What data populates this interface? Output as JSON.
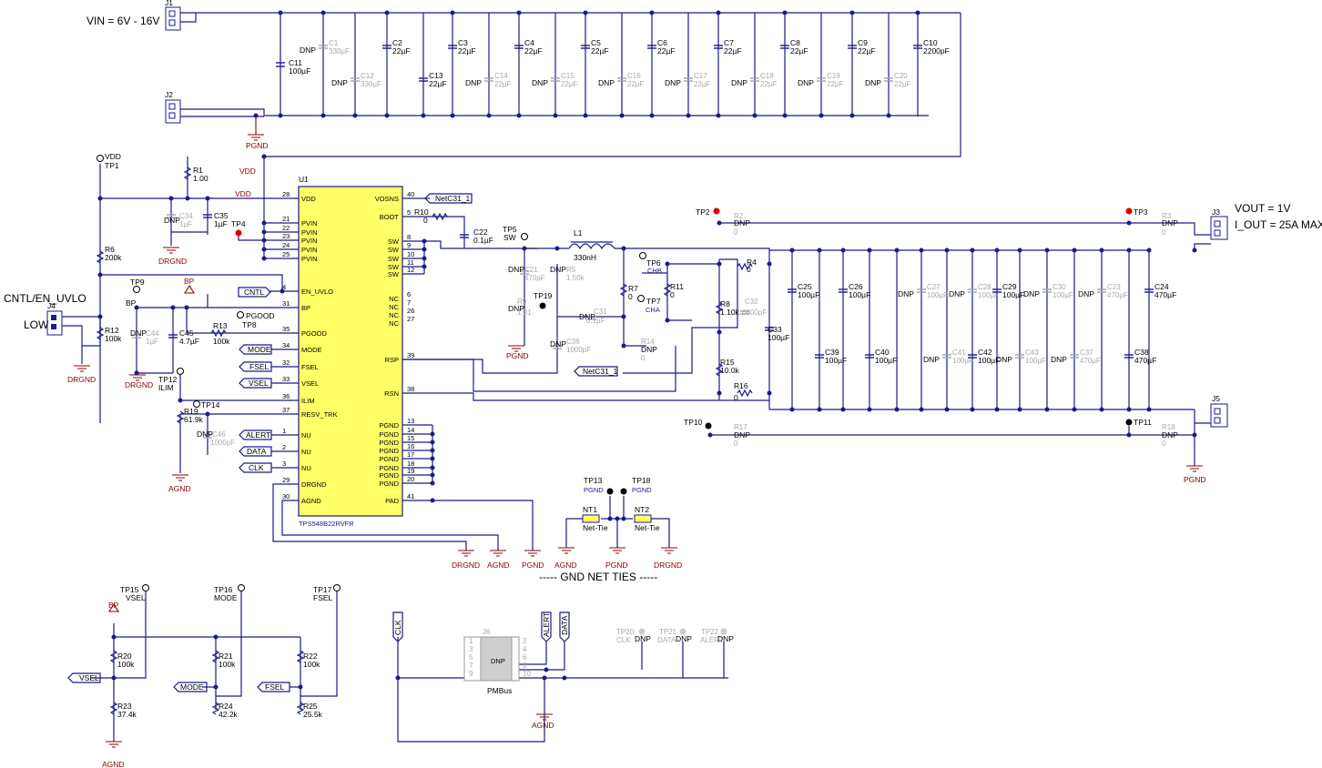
{
  "notes": {
    "vin": "VIN = 6V - 16V",
    "vout": "VOUT = 1V",
    "iout": "I_OUT = 25A MAX",
    "gnd_ties": "----- GND NET TIES -----",
    "low": "LOW",
    "cntl": "CNTL/EN_UVLO"
  },
  "ic": {
    "ref": "U1",
    "part": "TPS548B22RVFR",
    "pins_left": [
      {
        "num": "28",
        "name": "VDD"
      },
      {
        "num": "21",
        "name": "PVIN"
      },
      {
        "num": "22",
        "name": "PVIN"
      },
      {
        "num": "23",
        "name": "PVIN"
      },
      {
        "num": "24",
        "name": "PVIN"
      },
      {
        "num": "25",
        "name": "PVIN"
      },
      {
        "num": "4",
        "name": "EN_UVLO"
      },
      {
        "num": "31",
        "name": "BP"
      },
      {
        "num": "35",
        "name": "PGOOD"
      },
      {
        "num": "34",
        "name": "MODE"
      },
      {
        "num": "32",
        "name": "FSEL"
      },
      {
        "num": "33",
        "name": "VSEL"
      },
      {
        "num": "36",
        "name": "ILIM"
      },
      {
        "num": "37",
        "name": "RESV_TRK"
      },
      {
        "num": "1",
        "name": "NU"
      },
      {
        "num": "2",
        "name": "NU"
      },
      {
        "num": "3",
        "name": "NU"
      },
      {
        "num": "29",
        "name": "DRGND"
      },
      {
        "num": "30",
        "name": "AGND"
      }
    ],
    "pins_right": [
      {
        "num": "40",
        "name": "VOSNS"
      },
      {
        "num": "5",
        "name": "BOOT"
      },
      {
        "num": "8",
        "name": "SW"
      },
      {
        "num": "9",
        "name": "SW"
      },
      {
        "num": "10",
        "name": "SW"
      },
      {
        "num": "11",
        "name": "SW"
      },
      {
        "num": "12",
        "name": "SW"
      },
      {
        "num": "6",
        "name": "NC"
      },
      {
        "num": "7",
        "name": "NC"
      },
      {
        "num": "26",
        "name": "NC"
      },
      {
        "num": "27",
        "name": "NC"
      },
      {
        "num": "39",
        "name": "RSP"
      },
      {
        "num": "38",
        "name": "RSN"
      },
      {
        "num": "13",
        "name": "PGND"
      },
      {
        "num": "14",
        "name": "PGND"
      },
      {
        "num": "15",
        "name": "PGND"
      },
      {
        "num": "16",
        "name": "PGND"
      },
      {
        "num": "17",
        "name": "PGND"
      },
      {
        "num": "18",
        "name": "PGND"
      },
      {
        "num": "19",
        "name": "PGND"
      },
      {
        "num": "20",
        "name": "PGND"
      },
      {
        "num": "41",
        "name": "PAD"
      }
    ]
  },
  "connectors": {
    "j1": "J1",
    "j2": "J2",
    "j3": "J3",
    "j4": "J4",
    "j5": "J5",
    "j6": "J6",
    "pmbus": "PMBus",
    "dnp": "DNP"
  },
  "j6_pins": [
    "1",
    "2",
    "3",
    "4",
    "5",
    "6",
    "7",
    "8",
    "9",
    "10"
  ],
  "input_caps_top": [
    {
      "ref": "C1",
      "val": "330µF",
      "dnp": true
    },
    {
      "ref": "C2",
      "val": "22µF",
      "dnp": false
    },
    {
      "ref": "C3",
      "val": "22µF",
      "dnp": false
    },
    {
      "ref": "C4",
      "val": "22µF",
      "dnp": false
    },
    {
      "ref": "C5",
      "val": "22µF",
      "dnp": false
    },
    {
      "ref": "C6",
      "val": "22µF",
      "dnp": false
    },
    {
      "ref": "C7",
      "val": "22µF",
      "dnp": false
    },
    {
      "ref": "C8",
      "val": "22µF",
      "dnp": false
    },
    {
      "ref": "C9",
      "val": "22µF",
      "dnp": false
    },
    {
      "ref": "C10",
      "val": "2200pF",
      "dnp": false
    }
  ],
  "input_caps_bottom": [
    {
      "ref": "C12",
      "val": "330µF",
      "dnp": true
    },
    {
      "ref": "C13",
      "val": "22µF",
      "dnp": false
    },
    {
      "ref": "C14",
      "val": "22µF",
      "dnp": true
    },
    {
      "ref": "C15",
      "val": "22µF",
      "dnp": true
    },
    {
      "ref": "C16",
      "val": "22µF",
      "dnp": true
    },
    {
      "ref": "C17",
      "val": "22µF",
      "dnp": true
    },
    {
      "ref": "C18",
      "val": "22µF",
      "dnp": true
    },
    {
      "ref": "C19",
      "val": "22µF",
      "dnp": true
    },
    {
      "ref": "C20",
      "val": "22µF",
      "dnp": true
    }
  ],
  "c11": {
    "ref": "C11",
    "val": "100µF"
  },
  "output_caps_top": [
    {
      "ref": "C25",
      "val": "100µF",
      "dnp": false
    },
    {
      "ref": "C26",
      "val": "100µF",
      "dnp": false
    },
    {
      "ref": "C27",
      "val": "100µF",
      "dnp": true
    },
    {
      "ref": "C28",
      "val": "100µF",
      "dnp": true
    },
    {
      "ref": "C29",
      "val": "100µF",
      "dnp": false
    },
    {
      "ref": "C30",
      "val": "100µF",
      "dnp": true
    },
    {
      "ref": "C23",
      "val": "470µF",
      "dnp": true
    },
    {
      "ref": "C24",
      "val": "470µF",
      "dnp": false
    }
  ],
  "output_caps_bottom": [
    {
      "ref": "C39",
      "val": "100µF",
      "dnp": false
    },
    {
      "ref": "C40",
      "val": "100µF",
      "dnp": false
    },
    {
      "ref": "C41",
      "val": "100µF",
      "dnp": true
    },
    {
      "ref": "C42",
      "val": "100µF",
      "dnp": false
    },
    {
      "ref": "C43",
      "val": "100µF",
      "dnp": true
    },
    {
      "ref": "C37",
      "val": "470µF",
      "dnp": true
    },
    {
      "ref": "C38",
      "val": "470µF",
      "dnp": false
    }
  ],
  "parts": {
    "r1": {
      "ref": "R1",
      "val": "1.00"
    },
    "r6": {
      "ref": "R6",
      "val": "200k"
    },
    "r12": {
      "ref": "R12",
      "val": "100k"
    },
    "r13": {
      "ref": "R13",
      "val": "100k"
    },
    "r19": {
      "ref": "R19",
      "val": "61.9k"
    },
    "r10": {
      "ref": "R10",
      "val": "0"
    },
    "r2": {
      "ref": "R2",
      "val": "0"
    },
    "r3": {
      "ref": "R3",
      "val": "0"
    },
    "r4": {
      "ref": "R4",
      "val": "0"
    },
    "r5": {
      "ref": "R5",
      "val": "1.50k"
    },
    "r7": {
      "ref": "R7",
      "val": "0"
    },
    "r8": {
      "ref": "R8",
      "val": "1.10k"
    },
    "r9": {
      "ref": "R9",
      "val": "1.01"
    },
    "r11": {
      "ref": "R11",
      "val": "0"
    },
    "r14": {
      "ref": "R14",
      "val": "0"
    },
    "r15": {
      "ref": "R15",
      "val": "10.0k"
    },
    "r16": {
      "ref": "R16",
      "val": "0"
    },
    "r17": {
      "ref": "R17",
      "val": "0"
    },
    "r18": {
      "ref": "R18",
      "val": "0"
    },
    "r20": {
      "ref": "R20",
      "val": "100k"
    },
    "r21": {
      "ref": "R21",
      "val": "100k"
    },
    "r22": {
      "ref": "R22",
      "val": "100k"
    },
    "r23": {
      "ref": "R23",
      "val": "37.4k"
    },
    "r24": {
      "ref": "R24",
      "val": "42.2k"
    },
    "r25": {
      "ref": "R25",
      "val": "25.5k"
    },
    "c22": {
      "ref": "C22",
      "val": "0.1µF"
    },
    "c21": {
      "ref": "C21",
      "val": "470pF"
    },
    "c31": {
      "ref": "C31",
      "val": "0.1µF"
    },
    "c32": {
      "ref": "C32",
      "val": "6800pF"
    },
    "c33": {
      "ref": "C33",
      "val": "100µF"
    },
    "c34": {
      "ref": "C34",
      "val": "1µF"
    },
    "c35": {
      "ref": "C35",
      "val": "1µF"
    },
    "c36": {
      "ref": "C36",
      "val": "1000pF"
    },
    "c44": {
      "ref": "C44",
      "val": "1µF"
    },
    "c45": {
      "ref": "C45",
      "val": "4.7µF"
    },
    "c46": {
      "ref": "C46",
      "val": "1000pF"
    },
    "l1": {
      "ref": "L1",
      "val": "330nH"
    },
    "nt1": {
      "ref": "NT1",
      "val": "Net-Tie"
    },
    "nt2": {
      "ref": "NT2",
      "val": "Net-Tie"
    }
  },
  "testpoints": {
    "tp1": "TP1",
    "tp2": "TP2",
    "tp3": "TP3",
    "tp4": "TP4",
    "tp5": "TP5",
    "tp6": "TP6",
    "tp7": "TP7",
    "tp8": "TP8",
    "tp9": "TP9",
    "tp10": "TP10",
    "tp11": "TP11",
    "tp12": "TP12",
    "tp13": "TP13",
    "tp14": "TP14",
    "tp15": "TP15",
    "tp16": "TP16",
    "tp17": "TP17",
    "tp18": "TP18",
    "tp19": "TP19",
    "tp20": "TP20",
    "tp21": "TP21",
    "tp22": "TP22"
  },
  "nets": {
    "vdd": "VDD",
    "bp": "BP",
    "sw": "SW",
    "chb": "CHB",
    "cha": "CHA",
    "pgood": "PGOOD",
    "ilim": "ILIM",
    "cntl": "CNTL",
    "mode": "MODE",
    "fsel": "FSEL",
    "vsel": "VSEL",
    "alert": "ALERT",
    "data": "DATA",
    "clk": "CLK",
    "netc31": "NetC31_1",
    "dnp": "DNP"
  },
  "grounds": {
    "pgnd": "PGND",
    "drgnd": "DRGND",
    "agnd": "AGND"
  },
  "colors": {
    "wire": "#1a1a8c",
    "gnd": "#8b0000",
    "ic_fill": "#ffff66",
    "tp_red": "#dd0000",
    "dnp_text": "#a8a8a8"
  }
}
